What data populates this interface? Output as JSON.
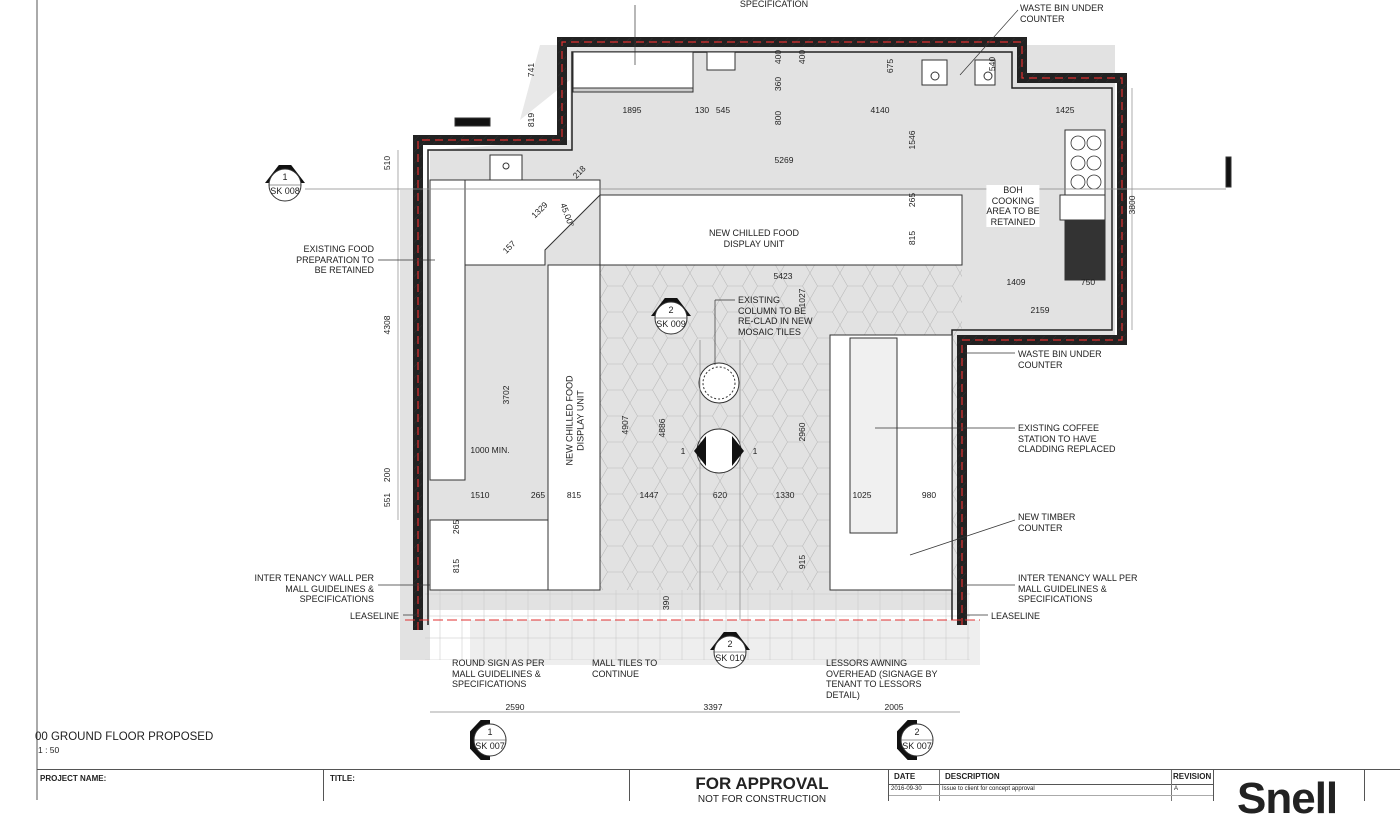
{
  "drawing": {
    "title": "00 GROUND FLOOR PROPOSED",
    "scale": "1 : 50",
    "annotations": {
      "specification_top": "SPECIFICATION",
      "waste_bin_top": "WASTE BIN UNDER\nCOUNTER",
      "existing_food_prep": "EXISTING FOOD\nPREPARATION TO\nBE RETAINED",
      "chilled_display_top": "NEW CHILLED FOOD\nDISPLAY UNIT",
      "chilled_display_vertical": "NEW CHILLED FOOD\nDISPLAY UNIT",
      "column_reclad": "EXISTING\nCOLUMN TO BE\nRE-CLAD IN NEW\nMOSAIC TILES",
      "boh_cooking": "BOH\nCOOKING\nAREA TO BE\nRETAINED",
      "waste_bin_right": "WASTE BIN UNDER\nCOUNTER",
      "coffee_station": "EXISTING COFFEE\nSTATION TO HAVE\nCLADDING REPLACED",
      "timber_counter": "NEW TIMBER\nCOUNTER",
      "inter_tenancy_left": "INTER TENANCY WALL PER\nMALL GUIDELINES &\nSPECIFICATIONS",
      "inter_tenancy_right": "INTER TENANCY WALL PER\nMALL GUIDELINES &\nSPECIFICATIONS",
      "leaseline_left": "LEASELINE",
      "leaseline_right": "LEASELINE",
      "round_sign": "ROUND SIGN AS PER\nMALL GUIDELINES &\nSPECIFICATIONS",
      "mall_tiles": "MALL TILES TO\nCONTINUE",
      "lessors_awning": "LESSORS AWNING\nOVERHEAD (SIGNAGE BY\nTENANT TO LESSORS\nDETAIL)"
    },
    "dimensions": {
      "h": [
        "1895",
        "130",
        "545",
        "4140",
        "1425",
        "5269",
        "5423",
        "1409",
        "750",
        "2159",
        "1000 MIN.",
        "1510",
        "265",
        "815",
        "1447",
        "620",
        "1330",
        "1025",
        "980",
        "2590",
        "3397",
        "2005"
      ],
      "v": [
        "741",
        "819",
        "510",
        "4308",
        "3702",
        "200",
        "551",
        "265",
        "815",
        "400",
        "400",
        "360",
        "675",
        "800",
        "1546",
        "265",
        "815",
        "1027",
        "4907",
        "4886",
        "2960",
        "915",
        "390",
        "540",
        "3800"
      ],
      "angled": [
        "218",
        "1329",
        "157",
        "45.00°"
      ]
    },
    "section_markers": [
      {
        "num": "1",
        "sheet": "SK 008"
      },
      {
        "num": "2",
        "sheet": "SK 009"
      },
      {
        "num": "2",
        "sheet": "SK 010"
      },
      {
        "num": "1",
        "sheet": "SK 007"
      },
      {
        "num": "2",
        "sheet": "SK 007"
      }
    ],
    "elevation_markers": [
      "1",
      "1"
    ]
  },
  "title_block": {
    "project_name_label": "PROJECT NAME:",
    "title_label": "TITLE:",
    "status": "FOR APPROVAL",
    "status_sub": "NOT FOR CONSTRUCTION",
    "revision_table": {
      "headers": [
        "DATE",
        "DESCRIPTION",
        "REVISION"
      ],
      "rows": [
        [
          "2016-09-30",
          "Issue to client for concept approval",
          "A"
        ]
      ]
    },
    "logo": "Snell"
  },
  "colors": {
    "wall_dash": "#e03030",
    "shadow": "#dcdcdc",
    "line": "#222222"
  }
}
